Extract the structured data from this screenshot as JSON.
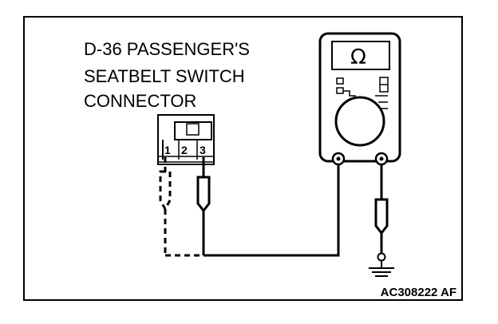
{
  "connector_label": {
    "lines": [
      "D-36 PASSENGER'S",
      "SEATBELT SWITCH",
      "CONNECTOR"
    ]
  },
  "connector": {
    "pins": [
      "1",
      "2",
      "3"
    ]
  },
  "meter": {
    "display_symbol": "Ω"
  },
  "reference_code": "AC308222 AF",
  "icons": {
    "ground": "ground-symbol-icon",
    "meter": "ohmmeter-icon"
  }
}
